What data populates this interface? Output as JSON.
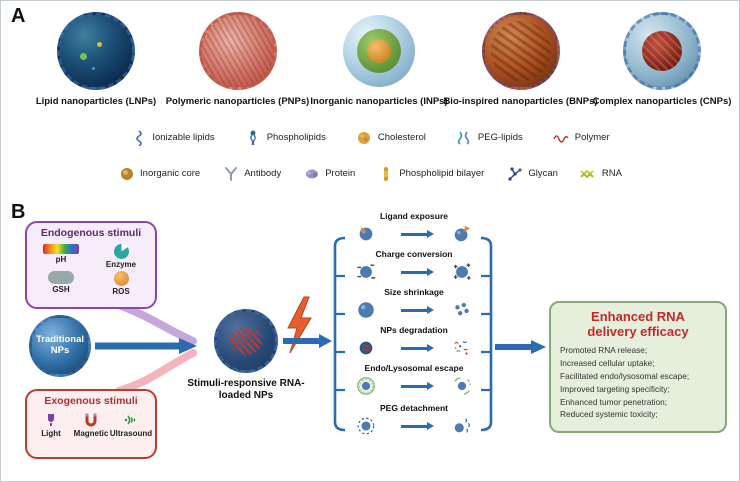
{
  "figure": {
    "panel_a_label": "A",
    "panel_b_label": "B"
  },
  "nanoparticles": [
    {
      "label": "Lipid nanoparticles (LNPs)"
    },
    {
      "label": "Polymeric nanoparticles (PNPs)"
    },
    {
      "label": "Inorganic nanoparticles (INPs)"
    },
    {
      "label": "Bio-inspired nanoparticles (BNPs)"
    },
    {
      "label": "Complex nanoparticles (CNPs)"
    }
  ],
  "legend": {
    "row1": [
      {
        "label": "Ionizable lipids"
      },
      {
        "label": "Phospholipids"
      },
      {
        "label": "Cholesterol"
      },
      {
        "label": "PEG-lipids"
      },
      {
        "label": "Polymer"
      }
    ],
    "row2": [
      {
        "label": "Inorganic core"
      },
      {
        "label": "Antibody"
      },
      {
        "label": "Protein"
      },
      {
        "label": "Phospholipid bilayer"
      },
      {
        "label": "Glycan"
      },
      {
        "label": "RNA"
      }
    ]
  },
  "stimuli": {
    "endogenous_title": "Endogenous stimuli",
    "endogenous_items": [
      {
        "label": "pH"
      },
      {
        "label": "Enzyme"
      },
      {
        "label": "GSH"
      },
      {
        "label": "ROS"
      }
    ],
    "exogenous_title": "Exogenous stimuli",
    "exogenous_items": [
      {
        "label": "Light"
      },
      {
        "label": "Magnetic"
      },
      {
        "label": "Ultrasound"
      }
    ]
  },
  "traditional_nps_label": "Traditional NPs",
  "responsive_nps_label": "Stimuli-responsive RNA-loaded NPs",
  "processes": [
    {
      "label": "Ligand exposure"
    },
    {
      "label": "Charge conversion"
    },
    {
      "label": "Size shrinkage"
    },
    {
      "label": "NPs degradation"
    },
    {
      "label": "Endo/Lysosomal escape"
    },
    {
      "label": "PEG detachment"
    }
  ],
  "outcome": {
    "title": "Enhanced RNA delivery efficacy",
    "items": [
      "Promoted RNA release;",
      "Increased cellular uptake;",
      "Facilitated endo/lysosomal escape;",
      "Improved targeting specificity;",
      "Enhanced tumor penetration;",
      "Reduced systemic toxicity;"
    ]
  },
  "colors": {
    "arrow_blue": "#2b6cb0",
    "endogenous_purple": "#8e44ad",
    "exogenous_red": "#c0392b",
    "outcome_green": "#85a878",
    "outcome_title_red": "#c62828"
  }
}
